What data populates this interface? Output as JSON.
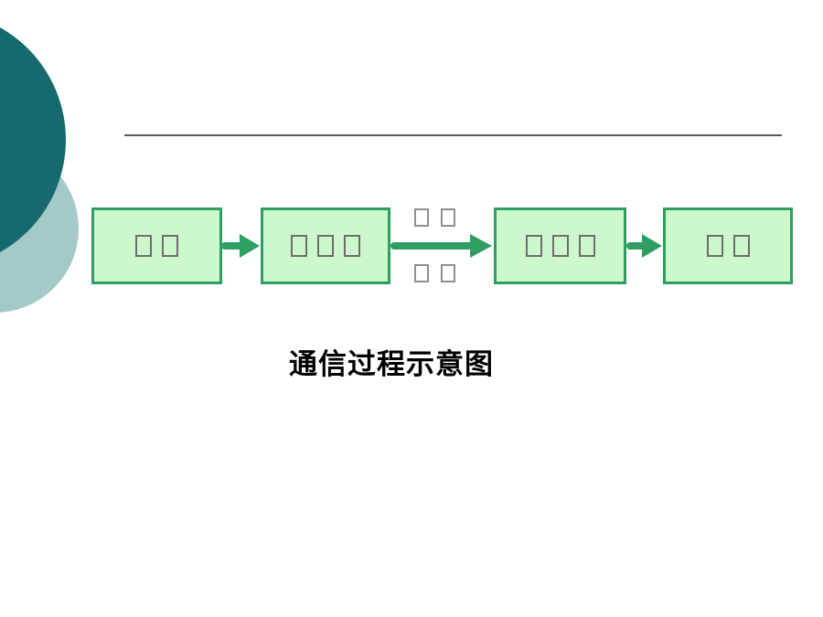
{
  "slide": {
    "caption": "通信过程示意图",
    "colors": {
      "dark_circle": "#166A6D",
      "light_circle": "#A4CAC8",
      "box_fill": "#CCF8CC",
      "box_border": "#2E9E63",
      "arrow": "#2E9E63",
      "divider_line": "#595959",
      "caption_text": "#000000",
      "missing_glyph_border": "#6E6E6E"
    },
    "diagram": {
      "boxes": [
        {
          "missing_glyph_count": 2
        },
        {
          "missing_glyph_count": 3
        },
        {
          "missing_glyph_count": 3
        },
        {
          "missing_glyph_count": 2
        }
      ],
      "channel_label": {
        "top_missing_glyph_count": 2,
        "bottom_missing_glyph_count": 2
      }
    }
  }
}
